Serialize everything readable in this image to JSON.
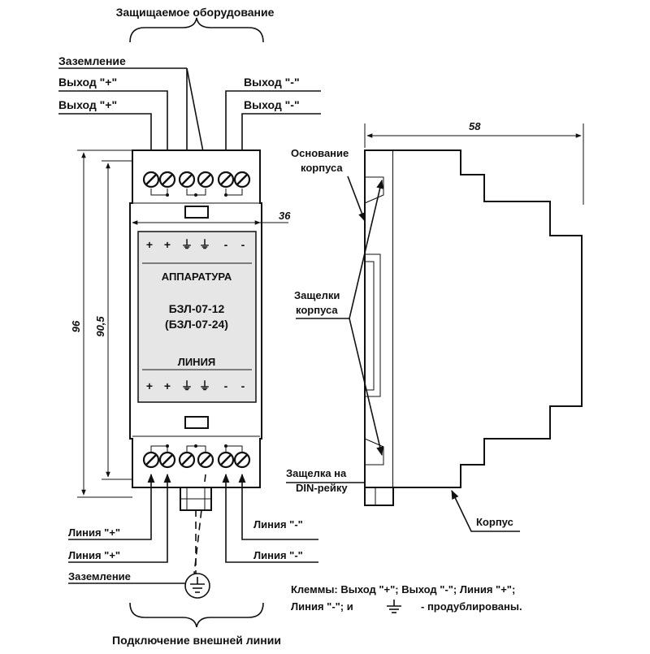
{
  "top_title": "Защищаемое оборудование",
  "bottom_title": "Подключение внешней линии",
  "top_labels": {
    "ground": "Заземление",
    "out_plus_1": "Выход  \"+\"",
    "out_plus_2": "Выход  \"+\"",
    "out_minus_1": "Выход  \"-\"",
    "out_minus_2": "Выход  \"-\""
  },
  "bottom_labels": {
    "line_plus_1": "Линия \"+\"",
    "line_plus_2": "Линия \"+\"",
    "line_minus_1": "Линия \"-\"",
    "line_minus_2": "Линия \"-\"",
    "ground": "Заземление"
  },
  "dimensions": {
    "height_total": "96",
    "height_inner": "90,5",
    "width_front": "36",
    "depth_side": "58"
  },
  "panel": {
    "top_marks": [
      "+",
      "+",
      "⏚",
      "⏚",
      "-",
      "-"
    ],
    "bottom_marks": [
      "+",
      "+",
      "⏚",
      "⏚",
      "-",
      "-"
    ],
    "section_top": "АППАРАТУРА",
    "model_1": "БЗЛ-07-12",
    "model_2": "(БЗЛ-07-24)",
    "section_bottom": "ЛИНИЯ"
  },
  "side_labels": {
    "base_1": "Основание",
    "base_2": "корпуса",
    "latches_1": "Защелки",
    "latches_2": "корпуса",
    "din_1": "Защелка на",
    "din_2": "DIN-рейку",
    "housing": "Корпус"
  },
  "note": {
    "line_1": "Клеммы: Выход \"+\"; Выход \"-\"; Линия \"+\";",
    "line_2a": "Линия \"-\"; и",
    "line_2b": "-   продублированы."
  },
  "icons": {
    "ground": "ground-symbol-icon",
    "terminal": "screw-terminal-icon"
  },
  "colors": {
    "panel_fill": "#e6e6e6",
    "stroke": "#111111"
  }
}
